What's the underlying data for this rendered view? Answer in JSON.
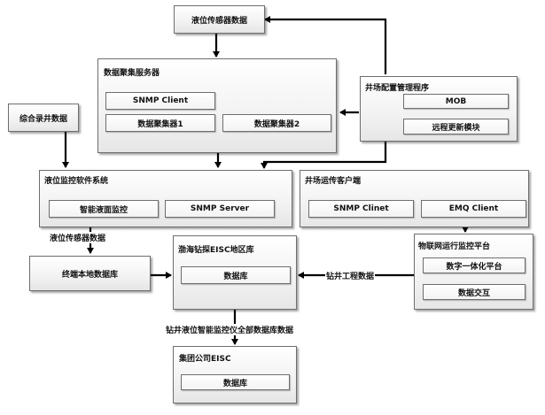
{
  "nodes": {
    "liquid_sensor_data": "液位传感器数据",
    "data_aggregation_server": {
      "title": "数据聚集服务器",
      "snmp_client": "SNMP Client",
      "aggregator_1": "数据聚集器1",
      "aggregator_2": "数据聚集器2"
    },
    "comprehensive_well_data": "综合录井数据",
    "wellsite_config_manager": {
      "title": "井场配置管理程序",
      "mob": "MOB",
      "remote_update": "远程更新模块"
    },
    "liquid_monitoring_system": {
      "title": "液位监控软件系统",
      "smart_monitor": "智能液面监控",
      "snmp_server": "SNMP Server"
    },
    "wellsite_client": {
      "title": "井场运传客户端",
      "snmp_clinet": "SNMP Clinet",
      "emq_client": "EMQ Client"
    },
    "terminal_local_db": "终端本地数据库",
    "bohai_eisc": {
      "title": "渤海钻探EISC地区库",
      "db": "数据库"
    },
    "iot_platform": {
      "title": "物联网运行监控平台",
      "digital_platform": "数字一体化平台",
      "data_exchange": "数据交互"
    },
    "group_eisc": {
      "title": "集团公司EISC",
      "db": "数据库"
    }
  },
  "edges": {
    "sensor_data_label": "液位传感器数据",
    "drilling_data_label": "钻井工程数据",
    "all_db_data_label": "钻井液位智能监控仪全部数据库数据"
  },
  "colors": {
    "border": "#6e6e6e",
    "arrow": "#000000",
    "box_fill_top": "#ffffff",
    "box_fill_bottom": "#e6e6e6"
  }
}
